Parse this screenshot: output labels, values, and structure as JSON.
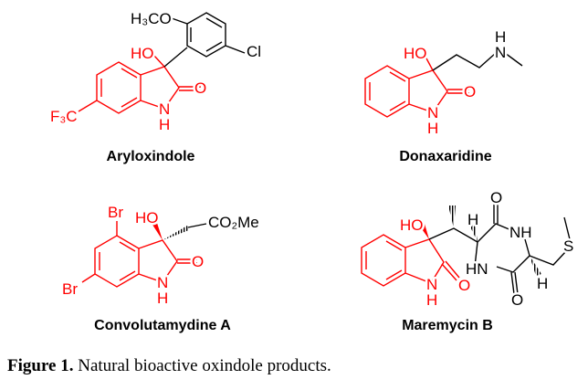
{
  "figure": {
    "caption_label": "Figure 1.",
    "caption_text": " Natural bioactive oxindole products.",
    "accent_color": "#ff0000"
  },
  "molecules": [
    {
      "name": "Aryloxindole",
      "labels": {
        "ho": "HO",
        "o": "O",
        "n": "N",
        "h": "H",
        "cf3": "F₃C",
        "och3": "H₃CO",
        "cl": "Cl"
      }
    },
    {
      "name": "Donaxaridine",
      "labels": {
        "ho": "HO",
        "o": "O",
        "n": "N",
        "h": "H",
        "amine_n": "N",
        "amine_h": "H"
      }
    },
    {
      "name": "Convolutamydine A",
      "labels": {
        "ho": "HO",
        "o": "O",
        "n": "N",
        "h": "H",
        "br1": "Br",
        "br2": "Br",
        "ester": "CO₂Me"
      }
    },
    {
      "name": "Maremycin B",
      "labels": {
        "ho": "HO",
        "o": "O",
        "n": "N",
        "h": "H",
        "h_alpha": "H",
        "o_top": "O",
        "nh_top": "NH",
        "hn": "HN",
        "o_bottom": "O",
        "h_beta": "H",
        "s": "S"
      }
    }
  ]
}
